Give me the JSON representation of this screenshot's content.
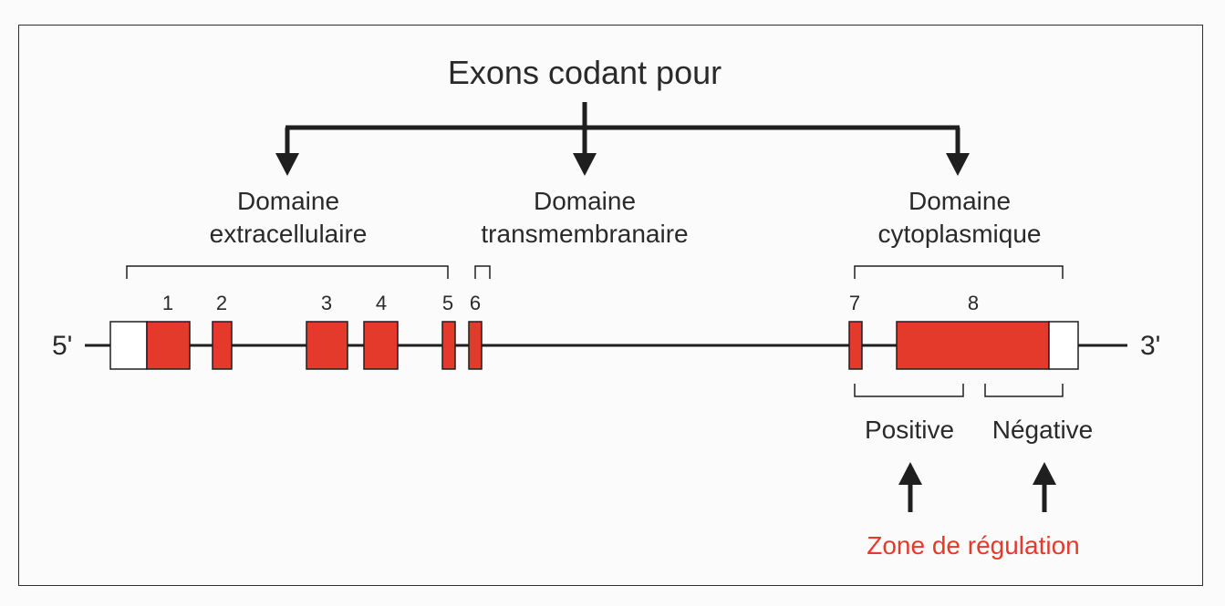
{
  "title": "Exons codant pour",
  "domains": {
    "extracellular": [
      "Domaine",
      "extracellulaire"
    ],
    "transmembrane": [
      "Domaine",
      "transmembranaire"
    ],
    "cytoplasmic": [
      "Domaine",
      "cytoplasmique"
    ]
  },
  "ends": {
    "five_prime": "5'",
    "three_prime": "3'"
  },
  "exons": [
    "1",
    "2",
    "3",
    "4",
    "5",
    "6",
    "7",
    "8"
  ],
  "regulation": {
    "positive": "Positive",
    "negative": "Négative",
    "zone": "Zone de régulation"
  },
  "colors": {
    "exon_coding": "#e43a2b",
    "zone_text": "#e43a2b",
    "line": "#1f1f1f"
  }
}
